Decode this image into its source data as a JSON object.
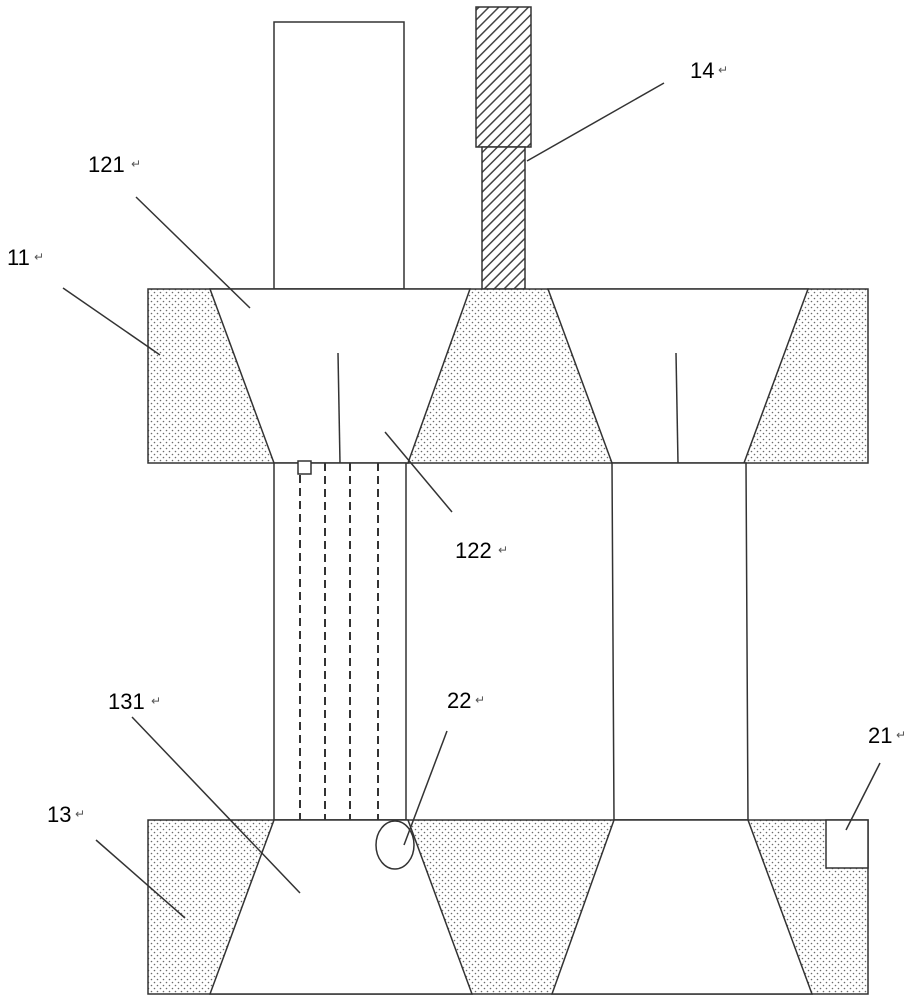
{
  "labels": {
    "l14": "14",
    "l121": "121",
    "l11": "11",
    "l122": "122",
    "l131": "131",
    "l22": "22",
    "l21": "21",
    "l13": "13"
  },
  "paragraph_mark": "↵",
  "colors": {
    "stroke": "#333333",
    "dots": "#6b6b6b",
    "hatch": "#444444",
    "background": "#ffffff"
  },
  "patterns": {
    "plates": "stipple",
    "rod": "diagonal-hatch"
  }
}
